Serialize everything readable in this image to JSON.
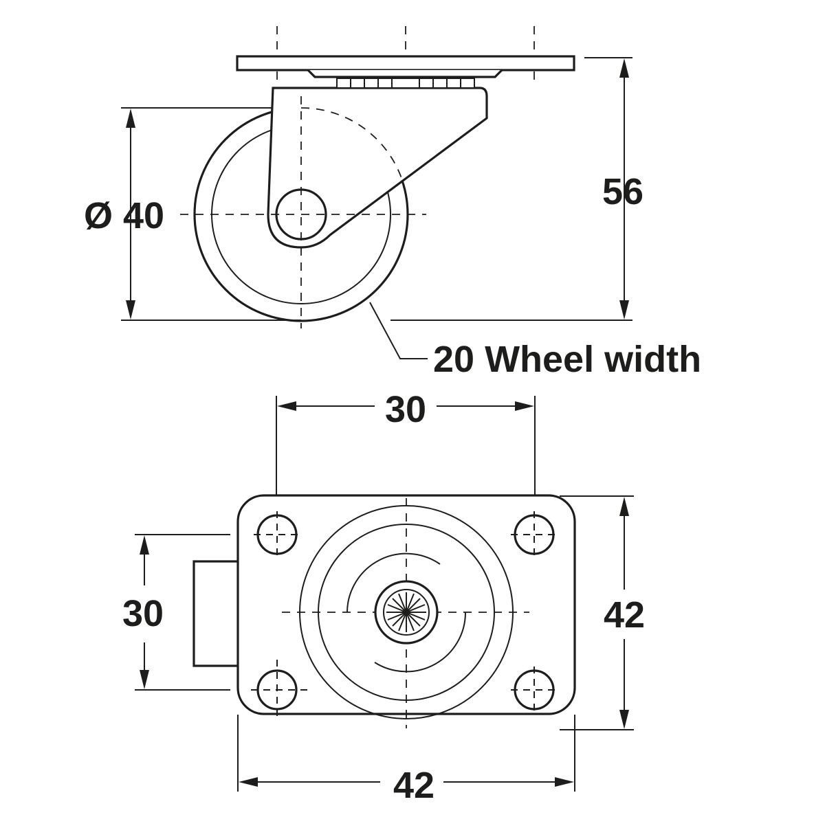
{
  "drawing": {
    "side_view": {
      "wheel_diameter_label": "Ø 40",
      "total_height_label": "56",
      "wheel_width_label": "20 Wheel width"
    },
    "top_view": {
      "hole_spacing_top_label": "30",
      "hole_spacing_left_label": "30",
      "plate_height_label": "42",
      "plate_width_label": "42"
    },
    "colors": {
      "line": "#1d1d1b",
      "background": "#ffffff"
    }
  }
}
